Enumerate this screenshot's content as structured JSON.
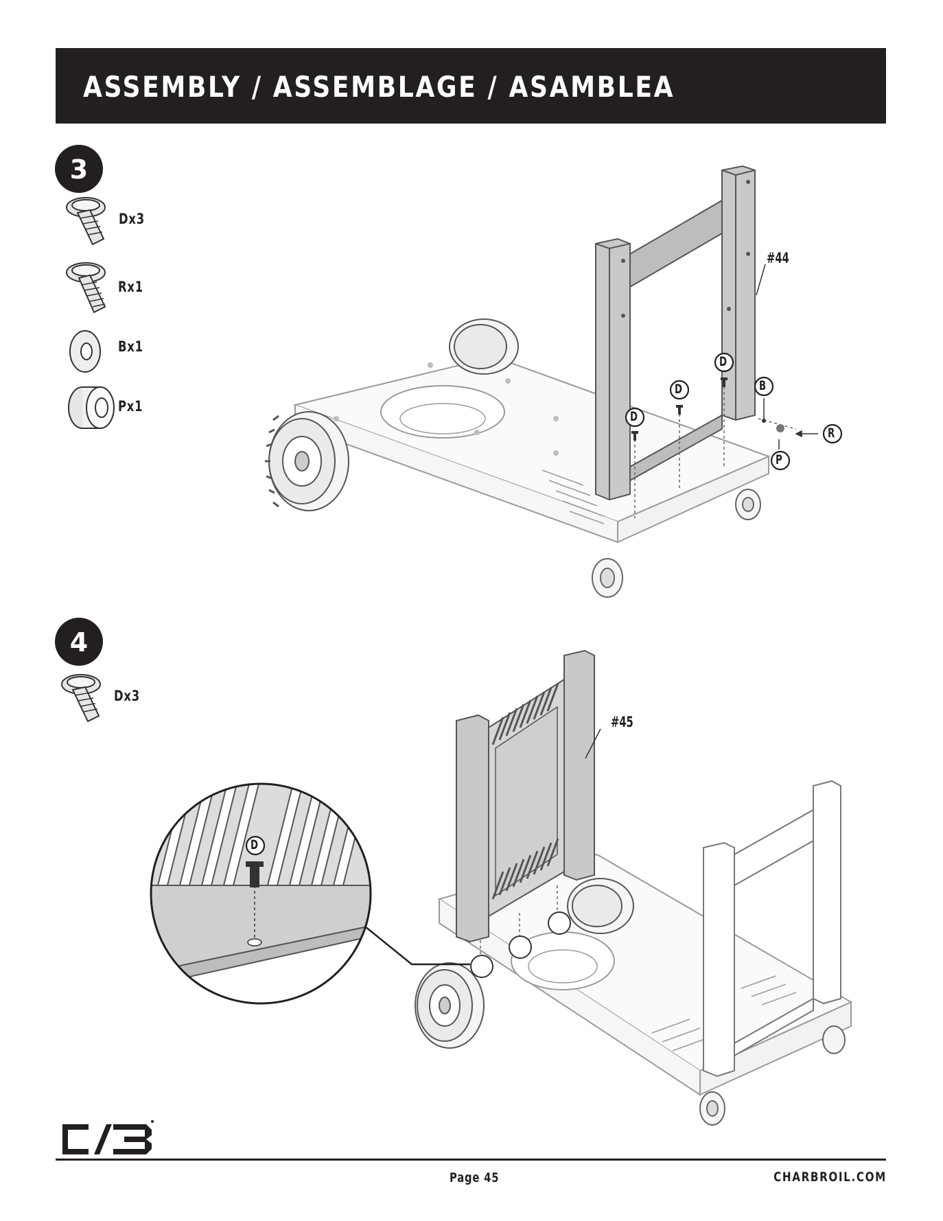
{
  "header": {
    "title": "ASSEMBLY / ASSEMBLAGE / ASAMBLEA"
  },
  "step3": {
    "number": "3",
    "parts": [
      {
        "icon": "bolt-icon",
        "label": "Dx3"
      },
      {
        "icon": "bolt-icon",
        "label": "Rx1"
      },
      {
        "icon": "washer-icon",
        "label": "Bx1"
      },
      {
        "icon": "spacer-icon",
        "label": "Px1"
      }
    ],
    "part_ref": "#44",
    "callouts": [
      "D",
      "D",
      "D",
      "B",
      "R",
      "P"
    ]
  },
  "step4": {
    "number": "4",
    "parts": [
      {
        "icon": "bolt-icon",
        "label": "Dx3"
      }
    ],
    "part_ref": "#45",
    "callouts": [
      "D"
    ]
  },
  "footer": {
    "page": "Page 45",
    "site": "CHARBROIL.COM"
  },
  "colors": {
    "header_bg": "#231f20",
    "frame_gray": "#c9c9c9",
    "outline": "#8a8a8a"
  }
}
